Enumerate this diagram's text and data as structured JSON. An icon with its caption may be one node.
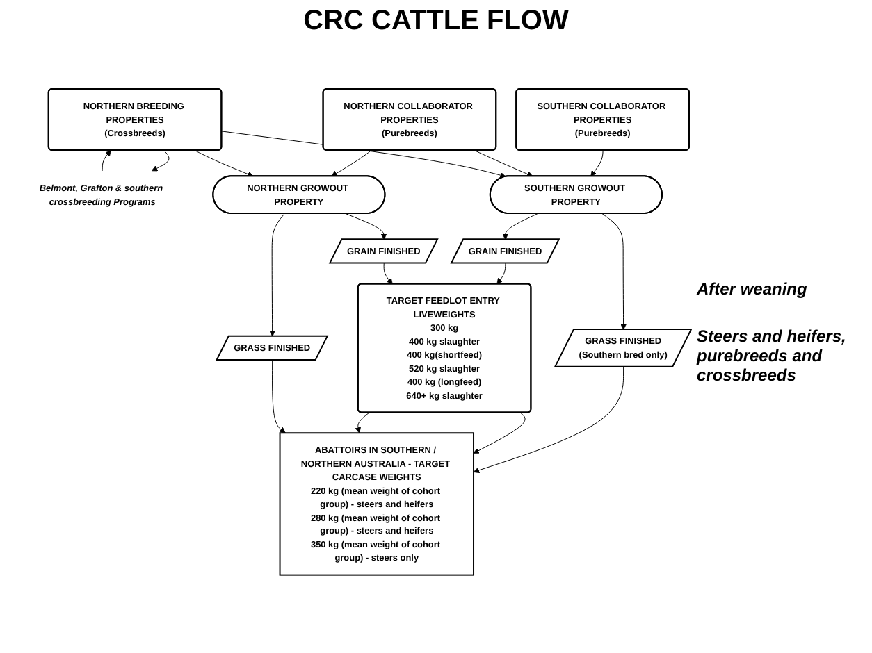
{
  "diagram": {
    "title": "CRC CATTLE FLOW",
    "nodes": [
      {
        "text": [
          "SOUTHERN COLLABORATOR PROPERTIES",
          "(Purebreeds)"
        ]
      },
      {
        "text": [
          "NORTHERN COLLABORATOR PROPERTIES",
          "(Purebreeds)"
        ]
      },
      {
        "text": [
          "NORTHERN BREEDING PROPERTIES",
          "(Crossbreeds)"
        ]
      },
      {
        "text": [
          "Belmont, Grafton & southern crossbreeding Programs"
        ]
      },
      {
        "text": [
          "SOUTHERN GROWOUT PROPERTY"
        ]
      },
      {
        "text": [
          "NORTHERN GROWOUT PROPERTY"
        ]
      },
      {
        "text": [
          "GRASS FINISHED",
          "(Southern bred only)"
        ]
      },
      {
        "text": [
          "GRAIN FINISHED"
        ]
      },
      {
        "text": [
          "GRAIN FINISHED"
        ]
      },
      {
        "text": [
          "GRASS FINISHED"
        ]
      },
      {
        "text": [
          "TARGET FEEDLOT ENTRY LIVEWEIGHTS",
          "300 kg",
          "400 kg slaughter",
          "400 kg(shortfeed)",
          "520 kg slaughter",
          "400 kg (longfeed)",
          "640+ kg slaughter"
        ]
      },
      {
        "text": [
          "ABATTOIRS IN SOUTHERN / NORTHERN AUSTRALIA - TARGET CARCASE WEIGHTS",
          "220 kg (mean weight of cohort group) - steers and heifers",
          "280 kg (mean weight of cohort group) - steers and heifers",
          "350 kg (mean weight of cohort group) - steers only"
        ]
      }
    ],
    "edges": [
      {
        "from": 2,
        "to": 3,
        "arrow": "to"
      },
      {
        "from": 3,
        "to": 2,
        "arrow": "to"
      },
      {
        "from": 0,
        "to": 4,
        "arrow": "to"
      },
      {
        "from": 1,
        "to": 4,
        "arrow": "to"
      },
      {
        "from": 2,
        "to": 4,
        "arrow": "to"
      },
      {
        "from": 1,
        "to": 5,
        "arrow": "to"
      },
      {
        "from": 2,
        "to": 5,
        "arrow": "to"
      },
      {
        "from": 4,
        "to": 6,
        "arrow": "to"
      },
      {
        "from": 4,
        "to": 7,
        "arrow": "to"
      },
      {
        "from": 5,
        "to": 8,
        "arrow": "to"
      },
      {
        "from": 5,
        "to": 9,
        "arrow": "to"
      },
      {
        "from": 7,
        "to": 10,
        "arrow": "to"
      },
      {
        "from": 8,
        "to": 10,
        "arrow": "to"
      },
      {
        "from": 6,
        "to": 11,
        "arrow": "to"
      },
      {
        "from": 10,
        "to": 11,
        "arrow": "to"
      },
      {
        "from": 10,
        "to": 11,
        "arrow": "to"
      },
      {
        "from": 9,
        "to": 11,
        "arrow": "to"
      }
    ],
    "labels": [
      "After weaning",
      "Steers and heifers, purebreeds and crossbreeds"
    ]
  }
}
